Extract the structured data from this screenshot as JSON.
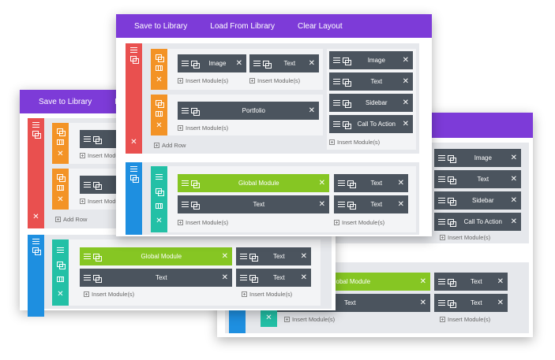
{
  "toolbar": {
    "save_label": "Save to Library",
    "load_label": "Load From Library",
    "clear_label": "Clear Layout",
    "load_label_cut": "Lo"
  },
  "modules": {
    "image": "Image",
    "text": "Text",
    "portfolio": "Portfolio",
    "sidebar": "Sidebar",
    "call_to_action": "Call To Action",
    "global_module": "Global Module"
  },
  "actions": {
    "insert_modules": "Insert Module(s)",
    "add_row": "Add Row"
  },
  "colors": {
    "toolbar": "#7d3bd8",
    "section_regular": "#e9504f",
    "section_fullwidth": "#1e8fe0",
    "row_orange": "#f39326",
    "row_teal": "#23c0a6",
    "module_dark": "#4b545e",
    "module_global": "#86c623"
  },
  "icons": [
    "hamburger-icon",
    "duplicate-icon",
    "columns-icon",
    "close-icon",
    "plus-icon"
  ]
}
